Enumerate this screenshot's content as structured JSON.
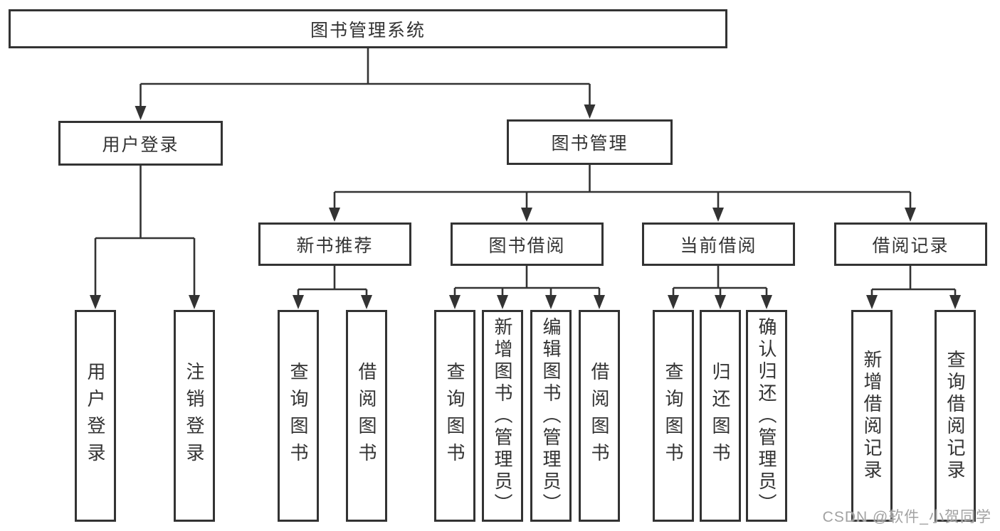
{
  "diagram": {
    "title": "图书管理系统",
    "level2": {
      "user_login": "用户登录",
      "book_management": "图书管理"
    },
    "level3": {
      "new_book_recommend": "新书推荐",
      "book_borrow": "图书借阅",
      "current_borrow": "当前借阅",
      "borrow_records": "借阅记录"
    },
    "leaves": {
      "user_login": "用户登录",
      "logout": "注销登录",
      "recommend_query": "查询图书",
      "recommend_borrow": "借阅图书",
      "borrow_query": "查询图书",
      "borrow_add_admin": "新增图书（管理员）",
      "borrow_edit_admin": "编辑图书（管理员）",
      "borrow_borrow": "借阅图书",
      "current_query": "查询图书",
      "current_return": "归还图书",
      "current_confirm_admin": "确认归还（管理员）",
      "records_add": "新增借阅记录",
      "records_query": "查询借阅记录"
    }
  },
  "watermark": "CSDN @软件_小贺同学",
  "colors": {
    "line": "#333333",
    "text": "#333333",
    "watermark_text": "#a2a2a2",
    "background": "#ffffff"
  }
}
